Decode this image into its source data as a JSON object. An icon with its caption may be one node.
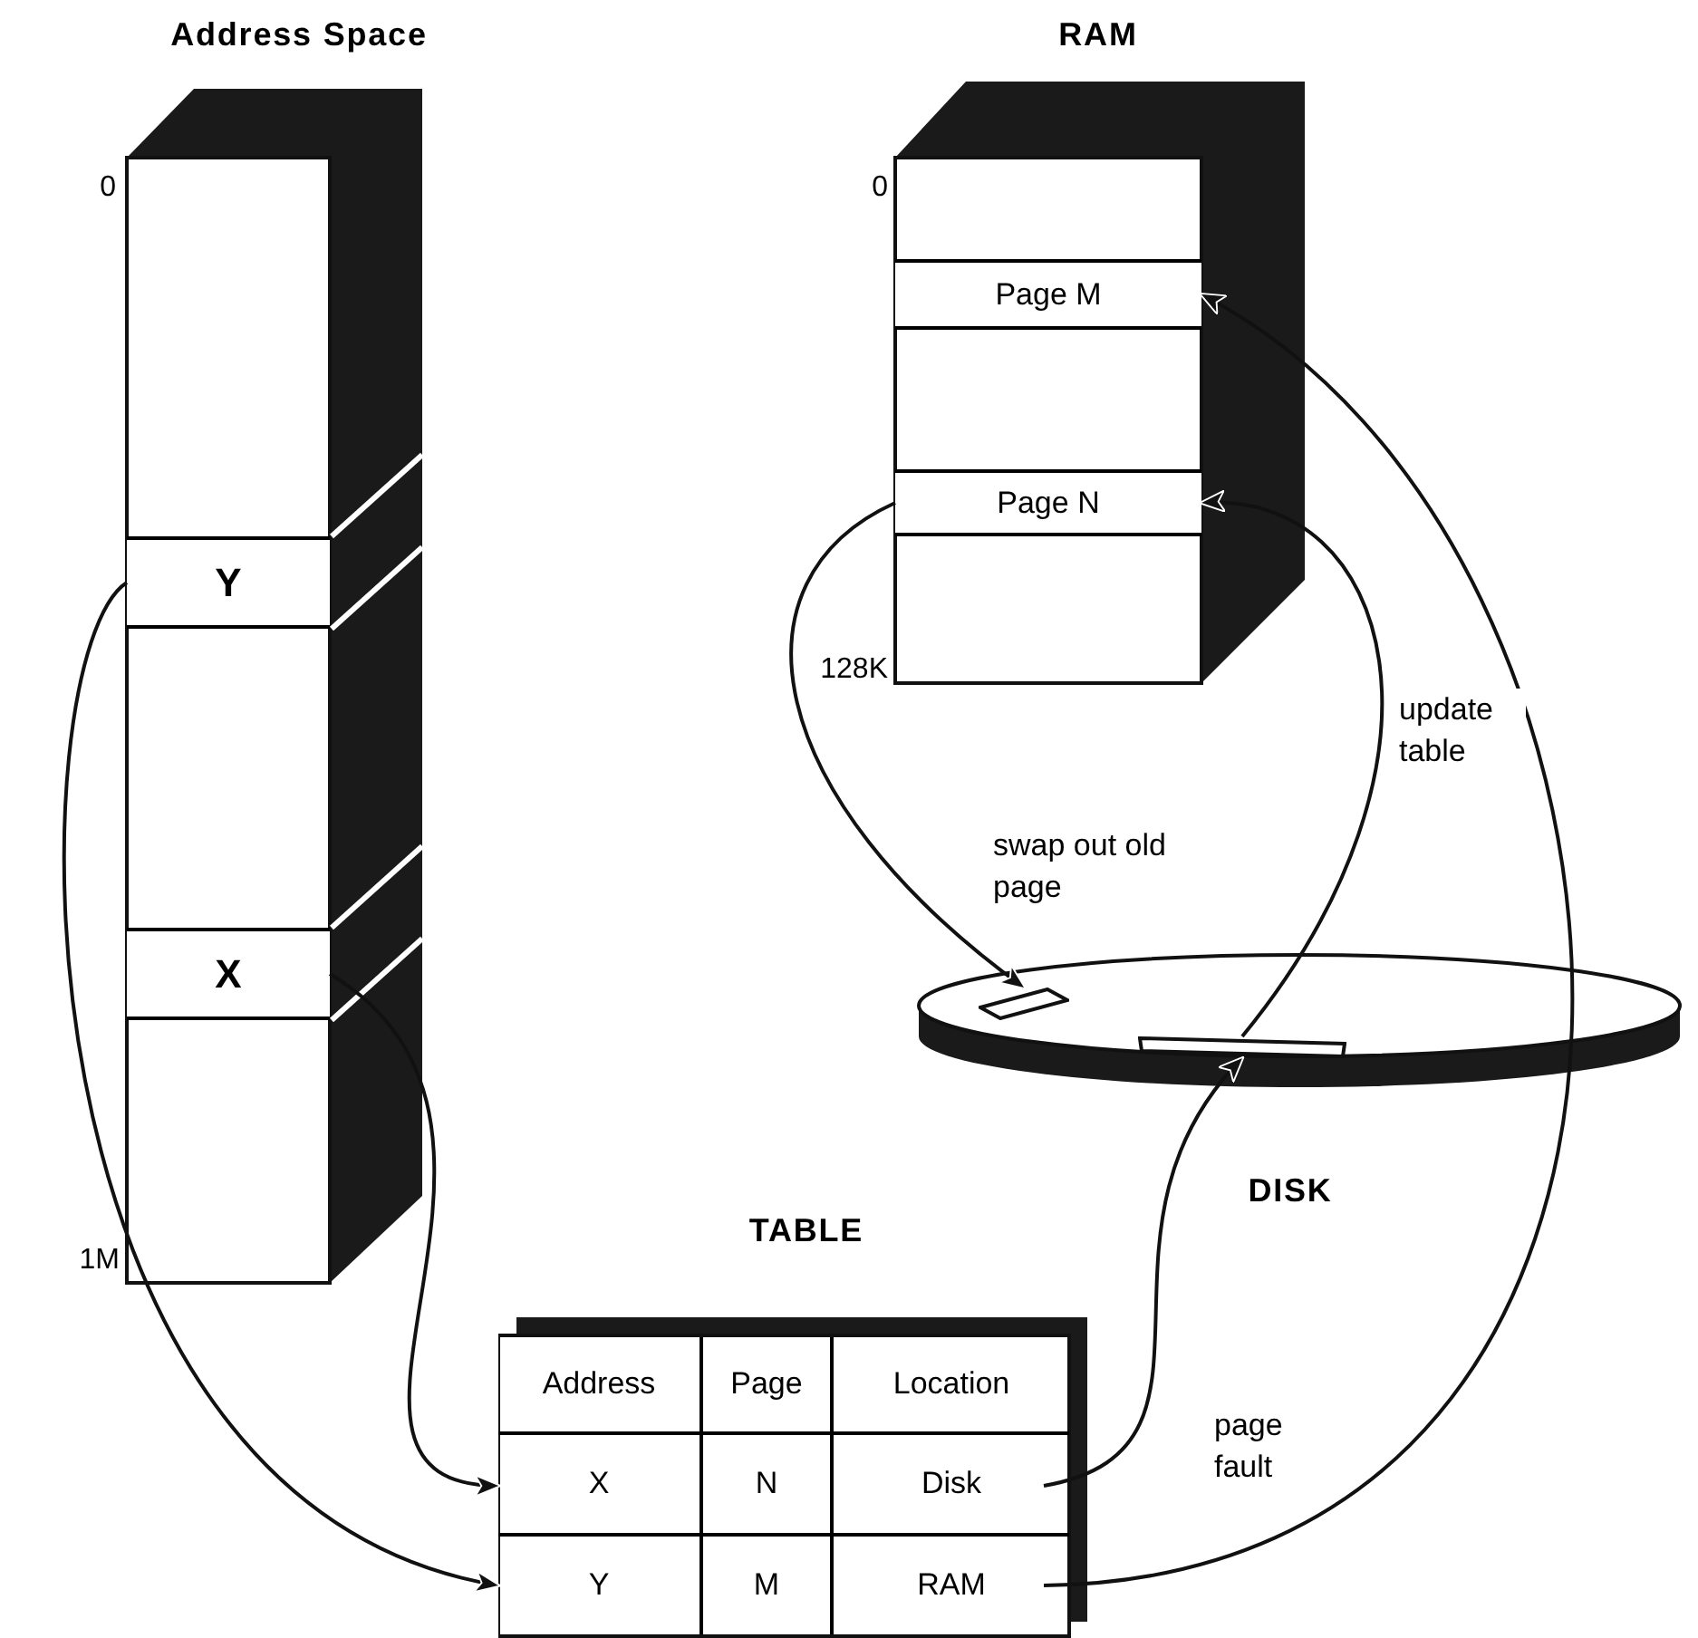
{
  "diagram": {
    "nodes": [
      {
        "text": [
          "Address Space"
        ],
        "beside": [
          "0",
          "1M"
        ]
      },
      {
        "text": [
          "Y"
        ],
        "in": 0
      },
      {
        "text": [
          "X"
        ],
        "in": 0
      },
      {
        "text": [
          "RAM"
        ],
        "beside": [
          "0",
          "128K"
        ]
      },
      {
        "text": [
          "Page M"
        ],
        "in": 3
      },
      {
        "text": [
          "Page N"
        ],
        "in": 3
      },
      {
        "text": [
          "DISK"
        ]
      },
      {
        "text": [],
        "shape": "box",
        "in": 6
      },
      {
        "text": [],
        "shape": "box",
        "in": 6
      },
      {
        "text": [
          "TABLE"
        ]
      },
      {
        "text": [
          "Address"
        ],
        "in": 9
      },
      {
        "text": [
          "Page"
        ],
        "in": 9
      },
      {
        "text": [
          "Location"
        ],
        "in": 9
      },
      {
        "text": [
          "X"
        ],
        "in": 9
      },
      {
        "text": [
          "N"
        ],
        "in": 9
      },
      {
        "text": [
          "Disk"
        ],
        "in": 9
      },
      {
        "text": [
          "Y"
        ],
        "in": 9
      },
      {
        "text": [
          "M"
        ],
        "in": 9
      },
      {
        "text": [
          "RAM"
        ],
        "in": 9
      }
    ],
    "edges": [
      {
        "from": 1,
        "to": 16,
        "arrow": "to"
      },
      {
        "from": 2,
        "to": 13,
        "arrow": "to"
      },
      {
        "from": 5,
        "to": 7,
        "arrow": "to",
        "label": "swap out old page"
      },
      {
        "from": 15,
        "to": 8,
        "arrow": "to",
        "label": "page fault"
      },
      {
        "from": 8,
        "to": 5,
        "arrow": "to",
        "label": "update table"
      },
      {
        "from": 18,
        "to": 4,
        "arrow": "to"
      }
    ]
  }
}
